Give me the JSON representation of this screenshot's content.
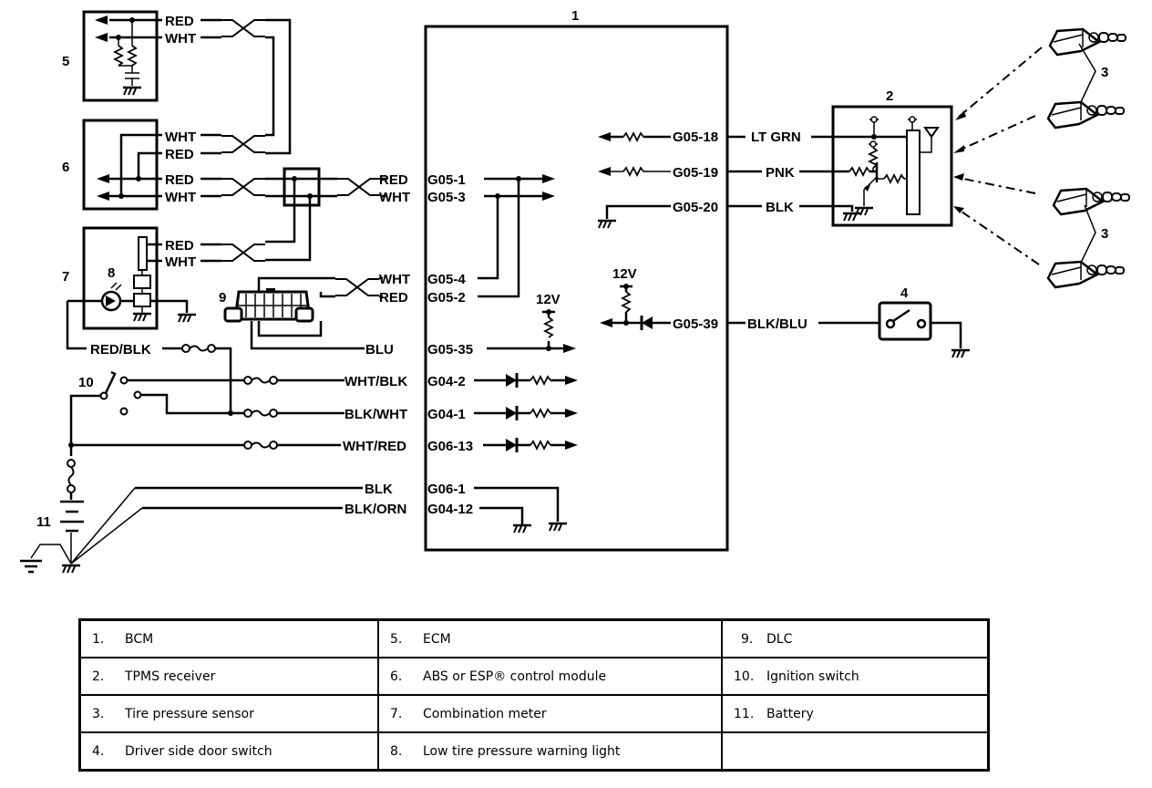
{
  "diagram": {
    "title": "TPMS wiring diagram",
    "component_numbers": {
      "bcm": "1",
      "tpms_receiver": "2",
      "sensor_a": "3",
      "sensor_b": "3",
      "door_switch": "4",
      "ecm": "5",
      "abs": "6",
      "meter": "7",
      "warning_light": "8",
      "dlc": "9",
      "ignition": "10",
      "battery": "11"
    },
    "wire_colors": {
      "ecm_red": "RED",
      "ecm_wht": "WHT",
      "abs_wht_top": "WHT",
      "abs_red_top": "RED",
      "abs_red": "RED",
      "abs_wht": "WHT",
      "meter_red": "RED",
      "meter_wht": "WHT",
      "bcm_red_1": "RED",
      "bcm_wht_3": "WHT",
      "bcm_wht_4": "WHT",
      "bcm_red_2": "RED",
      "blu": "BLU",
      "red_blk": "RED/BLK",
      "wht_blk": "WHT/BLK",
      "blk_wht": "BLK/WHT",
      "wht_red": "WHT/RED",
      "blk": "BLK",
      "blk_orn": "BLK/ORN",
      "lt_grn": "LT GRN",
      "pnk": "PNK",
      "blk_rx": "BLK",
      "blk_blu": "BLK/BLU"
    },
    "pins": {
      "g05_1": "G05-1",
      "g05_3": "G05-3",
      "g05_4": "G05-4",
      "g05_2": "G05-2",
      "g05_35": "G05-35",
      "g04_2": "G04-2",
      "g04_1": "G04-1",
      "g06_13": "G06-13",
      "g06_1": "G06-1",
      "g04_12": "G04-12",
      "g05_18": "G05-18",
      "g05_19": "G05-19",
      "g05_20": "G05-20",
      "g05_39": "G05-39"
    },
    "voltage_labels": {
      "v1": "12V",
      "v2": "12V"
    }
  },
  "legend": {
    "rows": [
      [
        {
          "num": "1.",
          "label": "BCM"
        },
        {
          "num": "5.",
          "label": "ECM"
        },
        {
          "num": "9.",
          "label": "DLC"
        }
      ],
      [
        {
          "num": "2.",
          "label": "TPMS receiver"
        },
        {
          "num": "6.",
          "label": "ABS or ESP® control module"
        },
        {
          "num": "10.",
          "label": "Ignition switch"
        }
      ],
      [
        {
          "num": "3.",
          "label": "Tire pressure sensor"
        },
        {
          "num": "7.",
          "label": "Combination meter"
        },
        {
          "num": "11.",
          "label": "Battery"
        }
      ],
      [
        {
          "num": "4.",
          "label": "Driver side door switch"
        },
        {
          "num": "8.",
          "label": "Low tire pressure warning light"
        },
        {
          "num": "",
          "label": ""
        }
      ]
    ]
  }
}
